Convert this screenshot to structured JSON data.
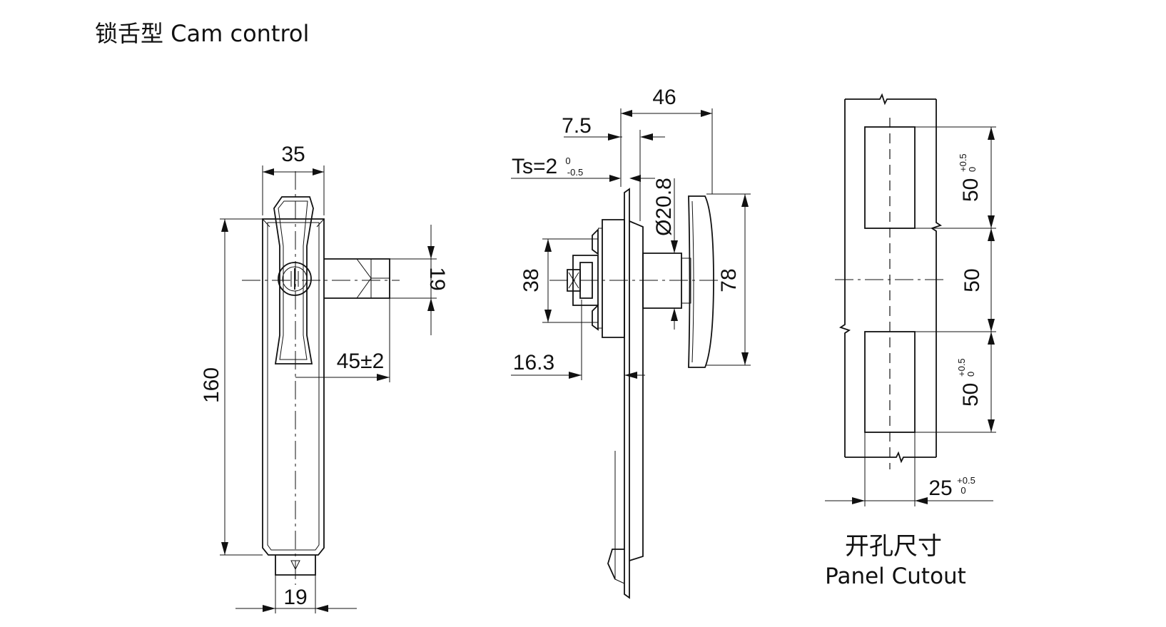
{
  "title": "锁舌型 Cam control",
  "front_view": {
    "width": "35",
    "height": "160",
    "cam_height": "19",
    "cam_offset": "45±2",
    "base_width": "19"
  },
  "side_view": {
    "depth": "46",
    "panel_offset": "7.5",
    "thickness_label": "Ts=2",
    "thickness_tol_upper": "0",
    "thickness_tol_lower": "-0.5",
    "diameter": "Ø20.8",
    "body_height": "38",
    "handle_height": "78",
    "flange_offset": "16.3"
  },
  "cutout_view": {
    "slot_top": "50",
    "slot_top_tol_upper": "+0.5",
    "slot_top_tol_lower": "0",
    "slot_spacing": "50",
    "slot_bottom": "50",
    "slot_bottom_tol_upper": "+0.5",
    "slot_bottom_tol_lower": "0",
    "slot_width": "25",
    "slot_width_tol_upper": "+0.5",
    "slot_width_tol_lower": "0",
    "caption_cn": "开孔尺寸",
    "caption_en": "Panel Cutout"
  }
}
